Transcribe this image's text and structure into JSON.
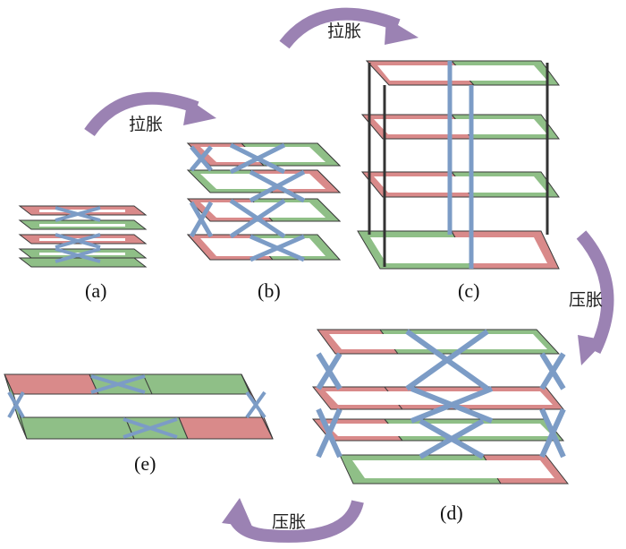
{
  "colors": {
    "red_frame": "#d98a8a",
    "green_frame": "#8fbf87",
    "blue_link": "#7c9cc6",
    "arrow": "#9b82b3",
    "outline": "#3a3a3a"
  },
  "panels": [
    {
      "id": "a",
      "label": "(a)"
    },
    {
      "id": "b",
      "label": "(b)"
    },
    {
      "id": "c",
      "label": "(c)"
    },
    {
      "id": "d",
      "label": "(d)"
    },
    {
      "id": "e",
      "label": "(e)"
    }
  ],
  "arrows": [
    {
      "from": "a",
      "to": "b",
      "text": "拉胀"
    },
    {
      "from": "b",
      "to": "c",
      "text": "拉胀"
    },
    {
      "from": "c",
      "to": "d",
      "text": "压胀"
    },
    {
      "from": "d",
      "to": "e",
      "text": "压胀"
    }
  ],
  "icons": {
    "transition_arrow": "curved-arrow-icon"
  }
}
